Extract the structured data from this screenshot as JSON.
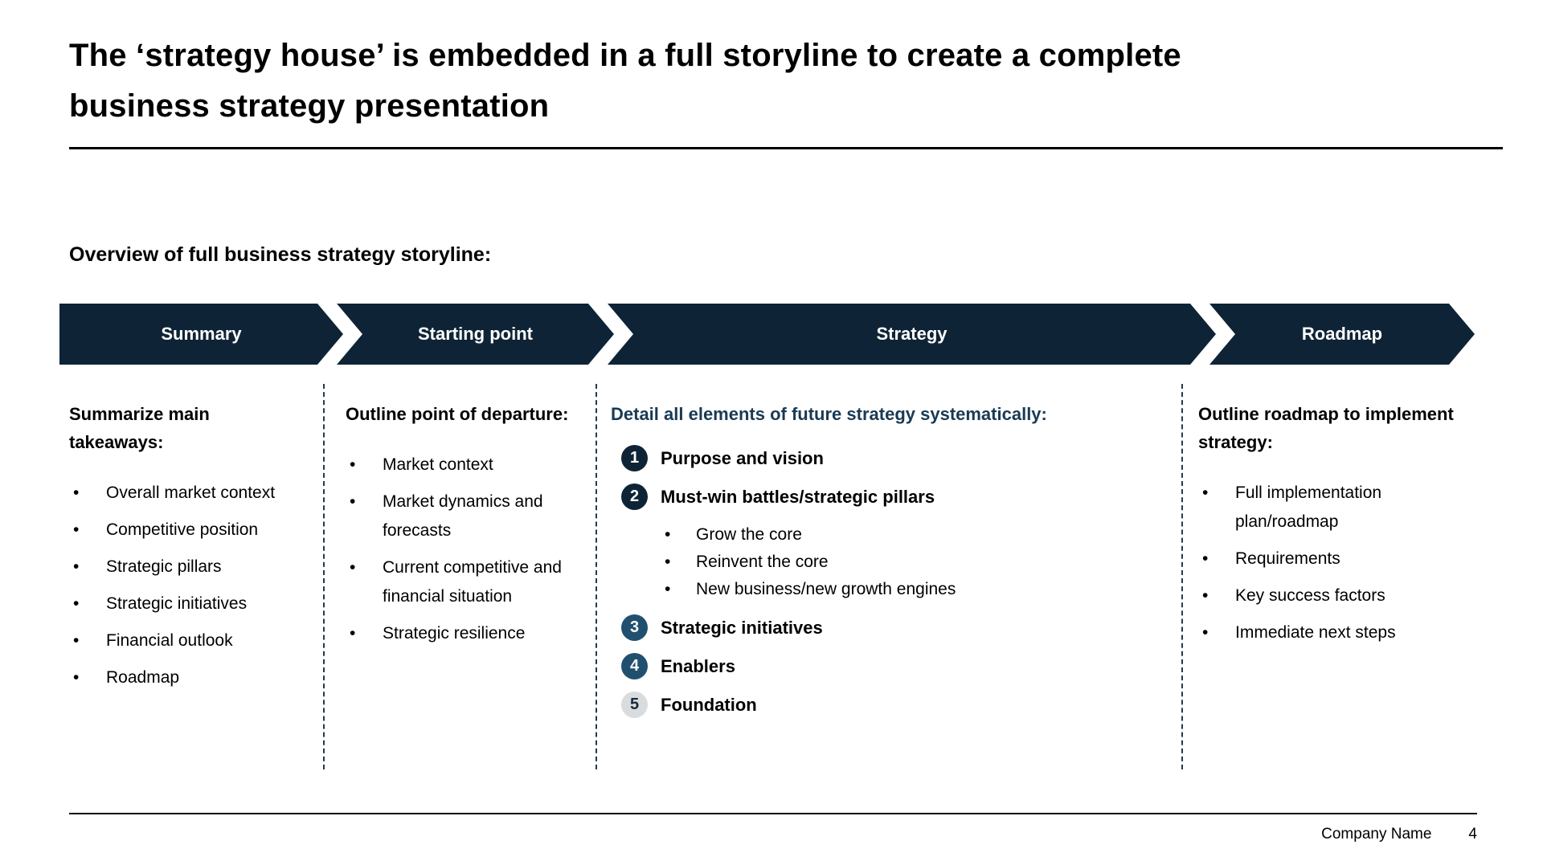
{
  "slide": {
    "title": {
      "line1": "The ‘strategy house’ is embedded in a full storyline to create a complete",
      "line2": "business strategy presentation"
    },
    "overview_heading": "Overview of full business strategy storyline:",
    "footer": {
      "company_name": "Company Name",
      "page_number": "4"
    }
  },
  "chars": {
    "bullet": "•"
  },
  "colors": {
    "navy": "#0e2436",
    "steel_blue": "#21506f",
    "light_gray_badge": "#d9dcde",
    "strategy_header_blue": "#1a3a54",
    "divider_navy": "#1e3b52",
    "text_black": "#000000",
    "white": "#ffffff"
  },
  "storyline": {
    "stages": [
      {
        "label": "Summary",
        "header": "Summarize main takeaways:",
        "bullets": [
          "Overall market context",
          "Competitive position",
          "Strategic pillars",
          "Strategic initiatives",
          "Financial outlook",
          "Roadmap"
        ]
      },
      {
        "label": "Starting point",
        "header": "Outline point of departure:",
        "bullets": [
          "Market context",
          "Market dynamics and forecasts",
          "Current competitive and financial situation",
          "Strategic resilience"
        ]
      },
      {
        "label": "Strategy",
        "header": "Detail all elements of future strategy systematically:",
        "numbered_items": [
          {
            "num": "1",
            "label": "Purpose and vision"
          },
          {
            "num": "2",
            "label": "Must-win battles/strategic pillars",
            "sub_bullets": [
              "Grow the core",
              "Reinvent the core",
              "New business/new growth engines"
            ]
          },
          {
            "num": "3",
            "label": "Strategic initiatives"
          },
          {
            "num": "4",
            "label": "Enablers"
          },
          {
            "num": "5",
            "label": "Foundation"
          }
        ]
      },
      {
        "label": "Roadmap",
        "header": "Outline roadmap to implement strategy:",
        "bullets": [
          "Full implementation plan/roadmap",
          "Requirements",
          "Key success factors",
          "Immediate next steps"
        ]
      }
    ]
  }
}
